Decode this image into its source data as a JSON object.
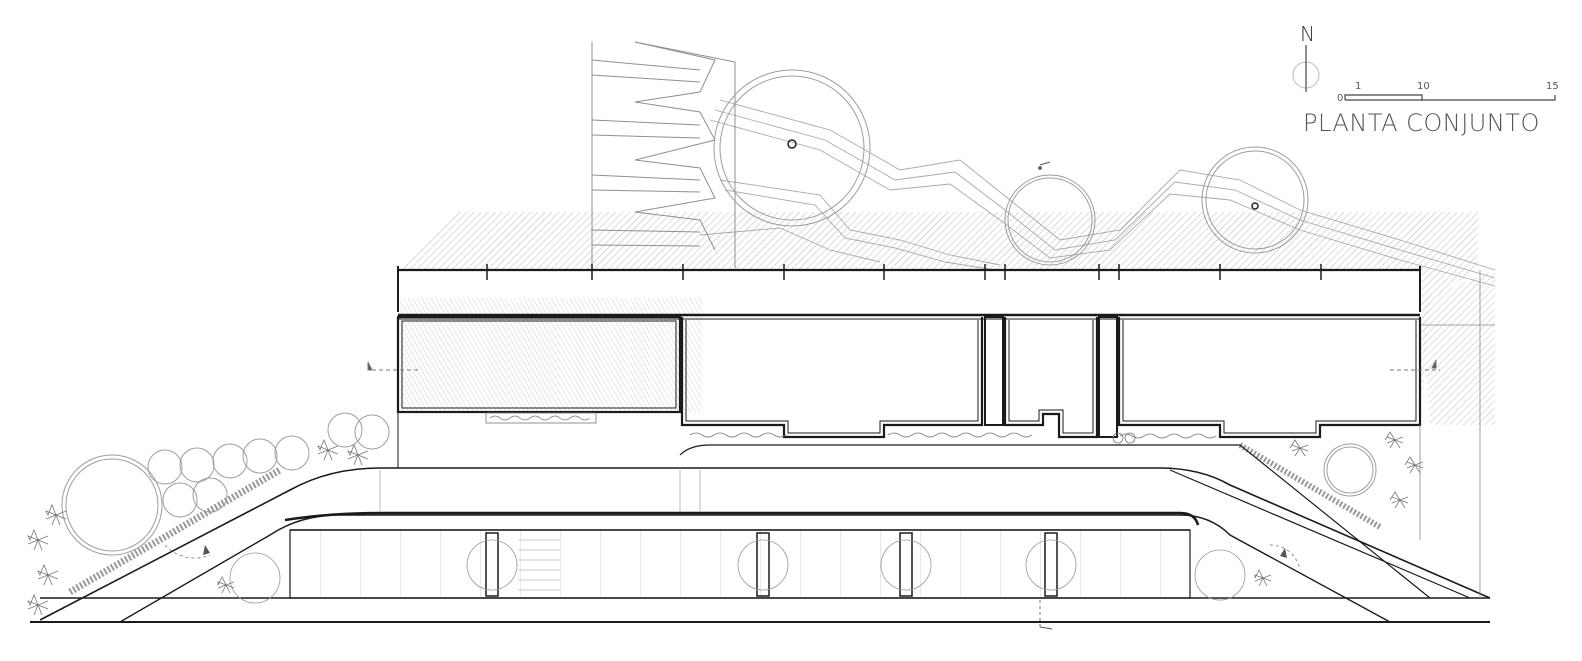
{
  "plan": {
    "title": "PLANTA CONJUNTO",
    "north_label": "N",
    "scale_labels": [
      "0",
      "1",
      "10",
      "15"
    ]
  },
  "colors": {
    "line": "#1a1a1a",
    "hatch": "#c8c8c8",
    "light_line": "#9a9a9a",
    "background": "#ffffff"
  }
}
